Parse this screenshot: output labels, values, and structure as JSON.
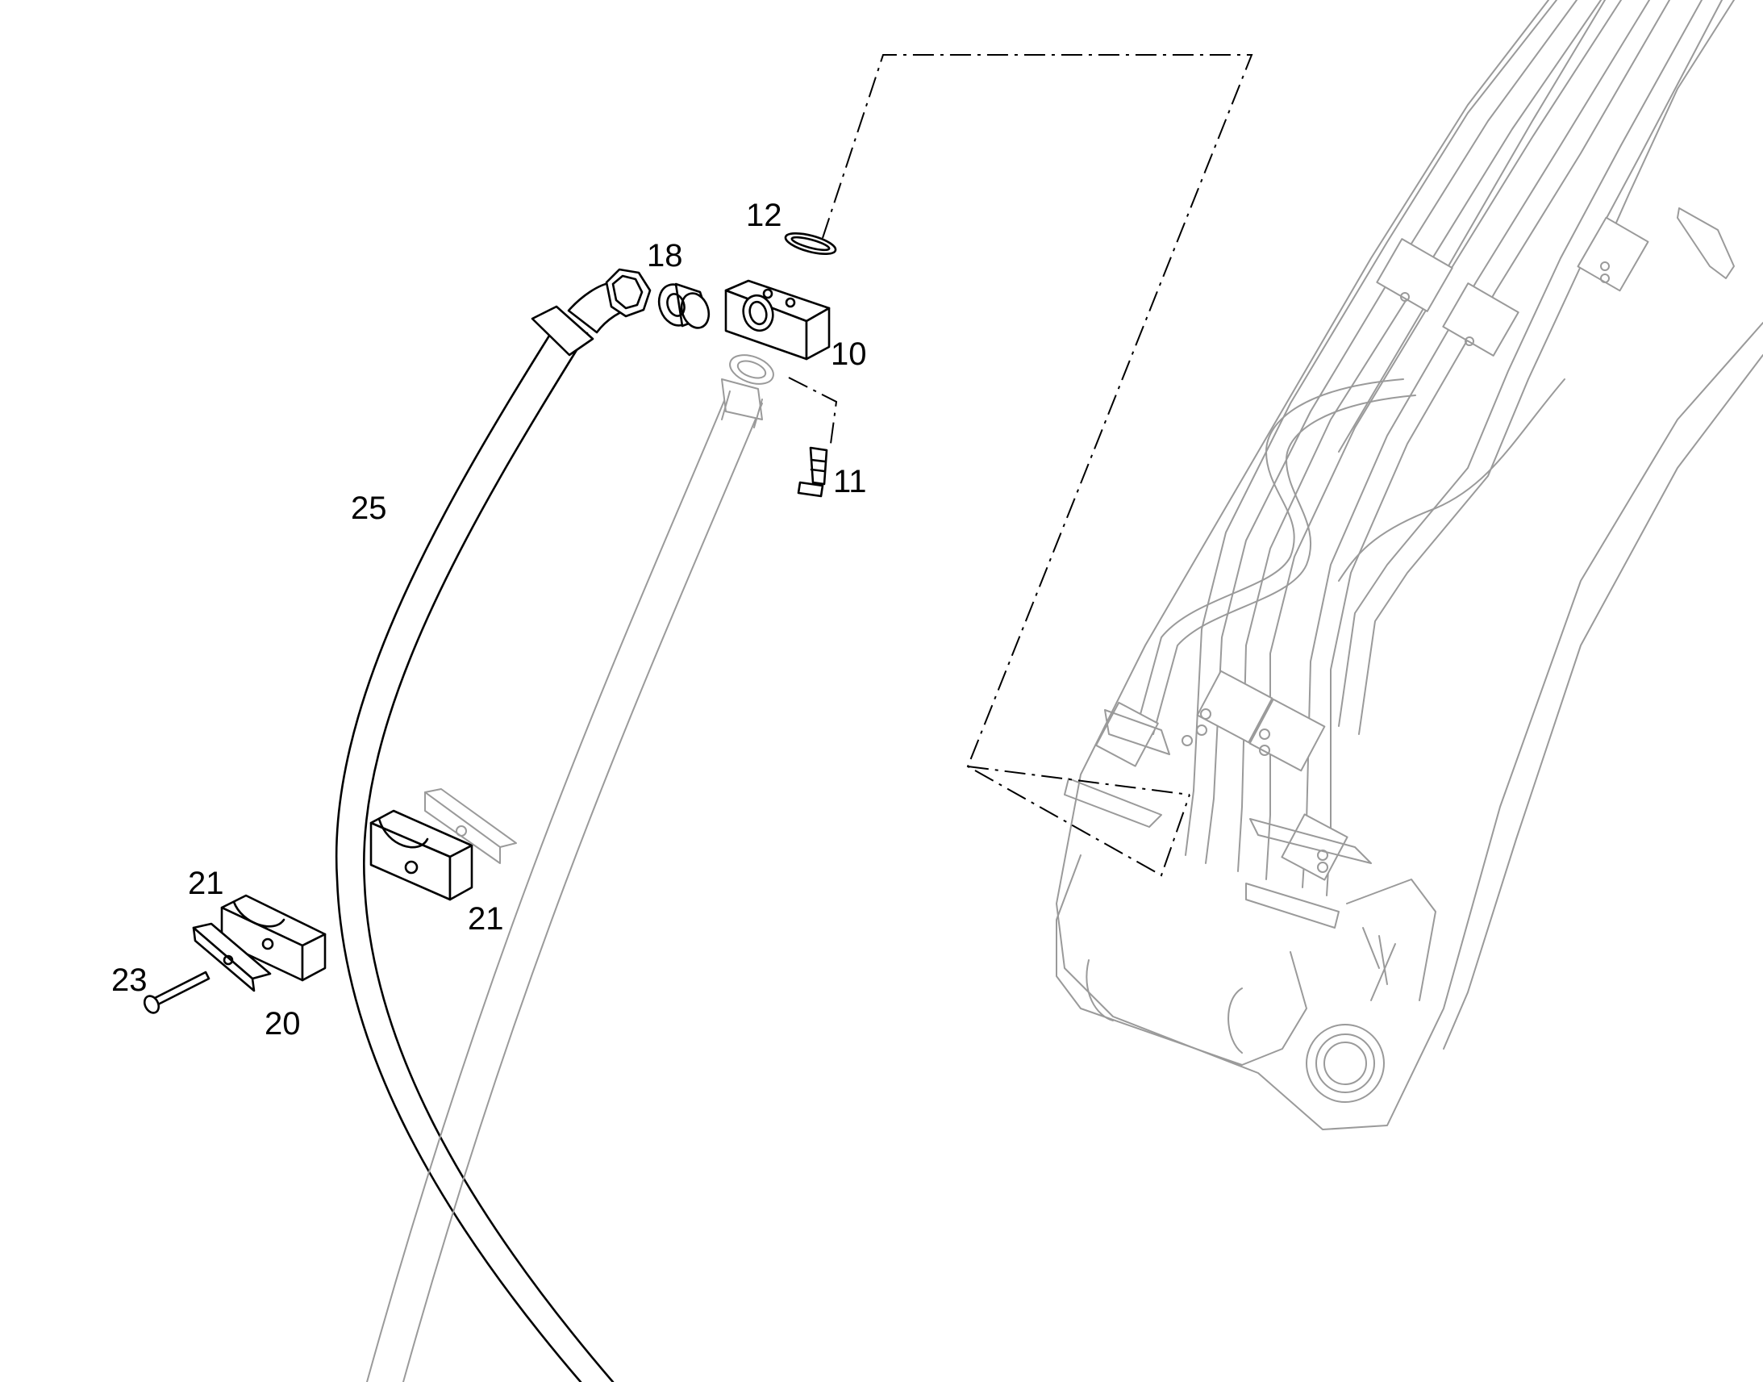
{
  "callouts": {
    "c10": "10",
    "c11": "11",
    "c12": "12",
    "c18": "18",
    "c20": "20",
    "c21a": "21",
    "c21b": "21",
    "c23": "23",
    "c25": "25"
  }
}
